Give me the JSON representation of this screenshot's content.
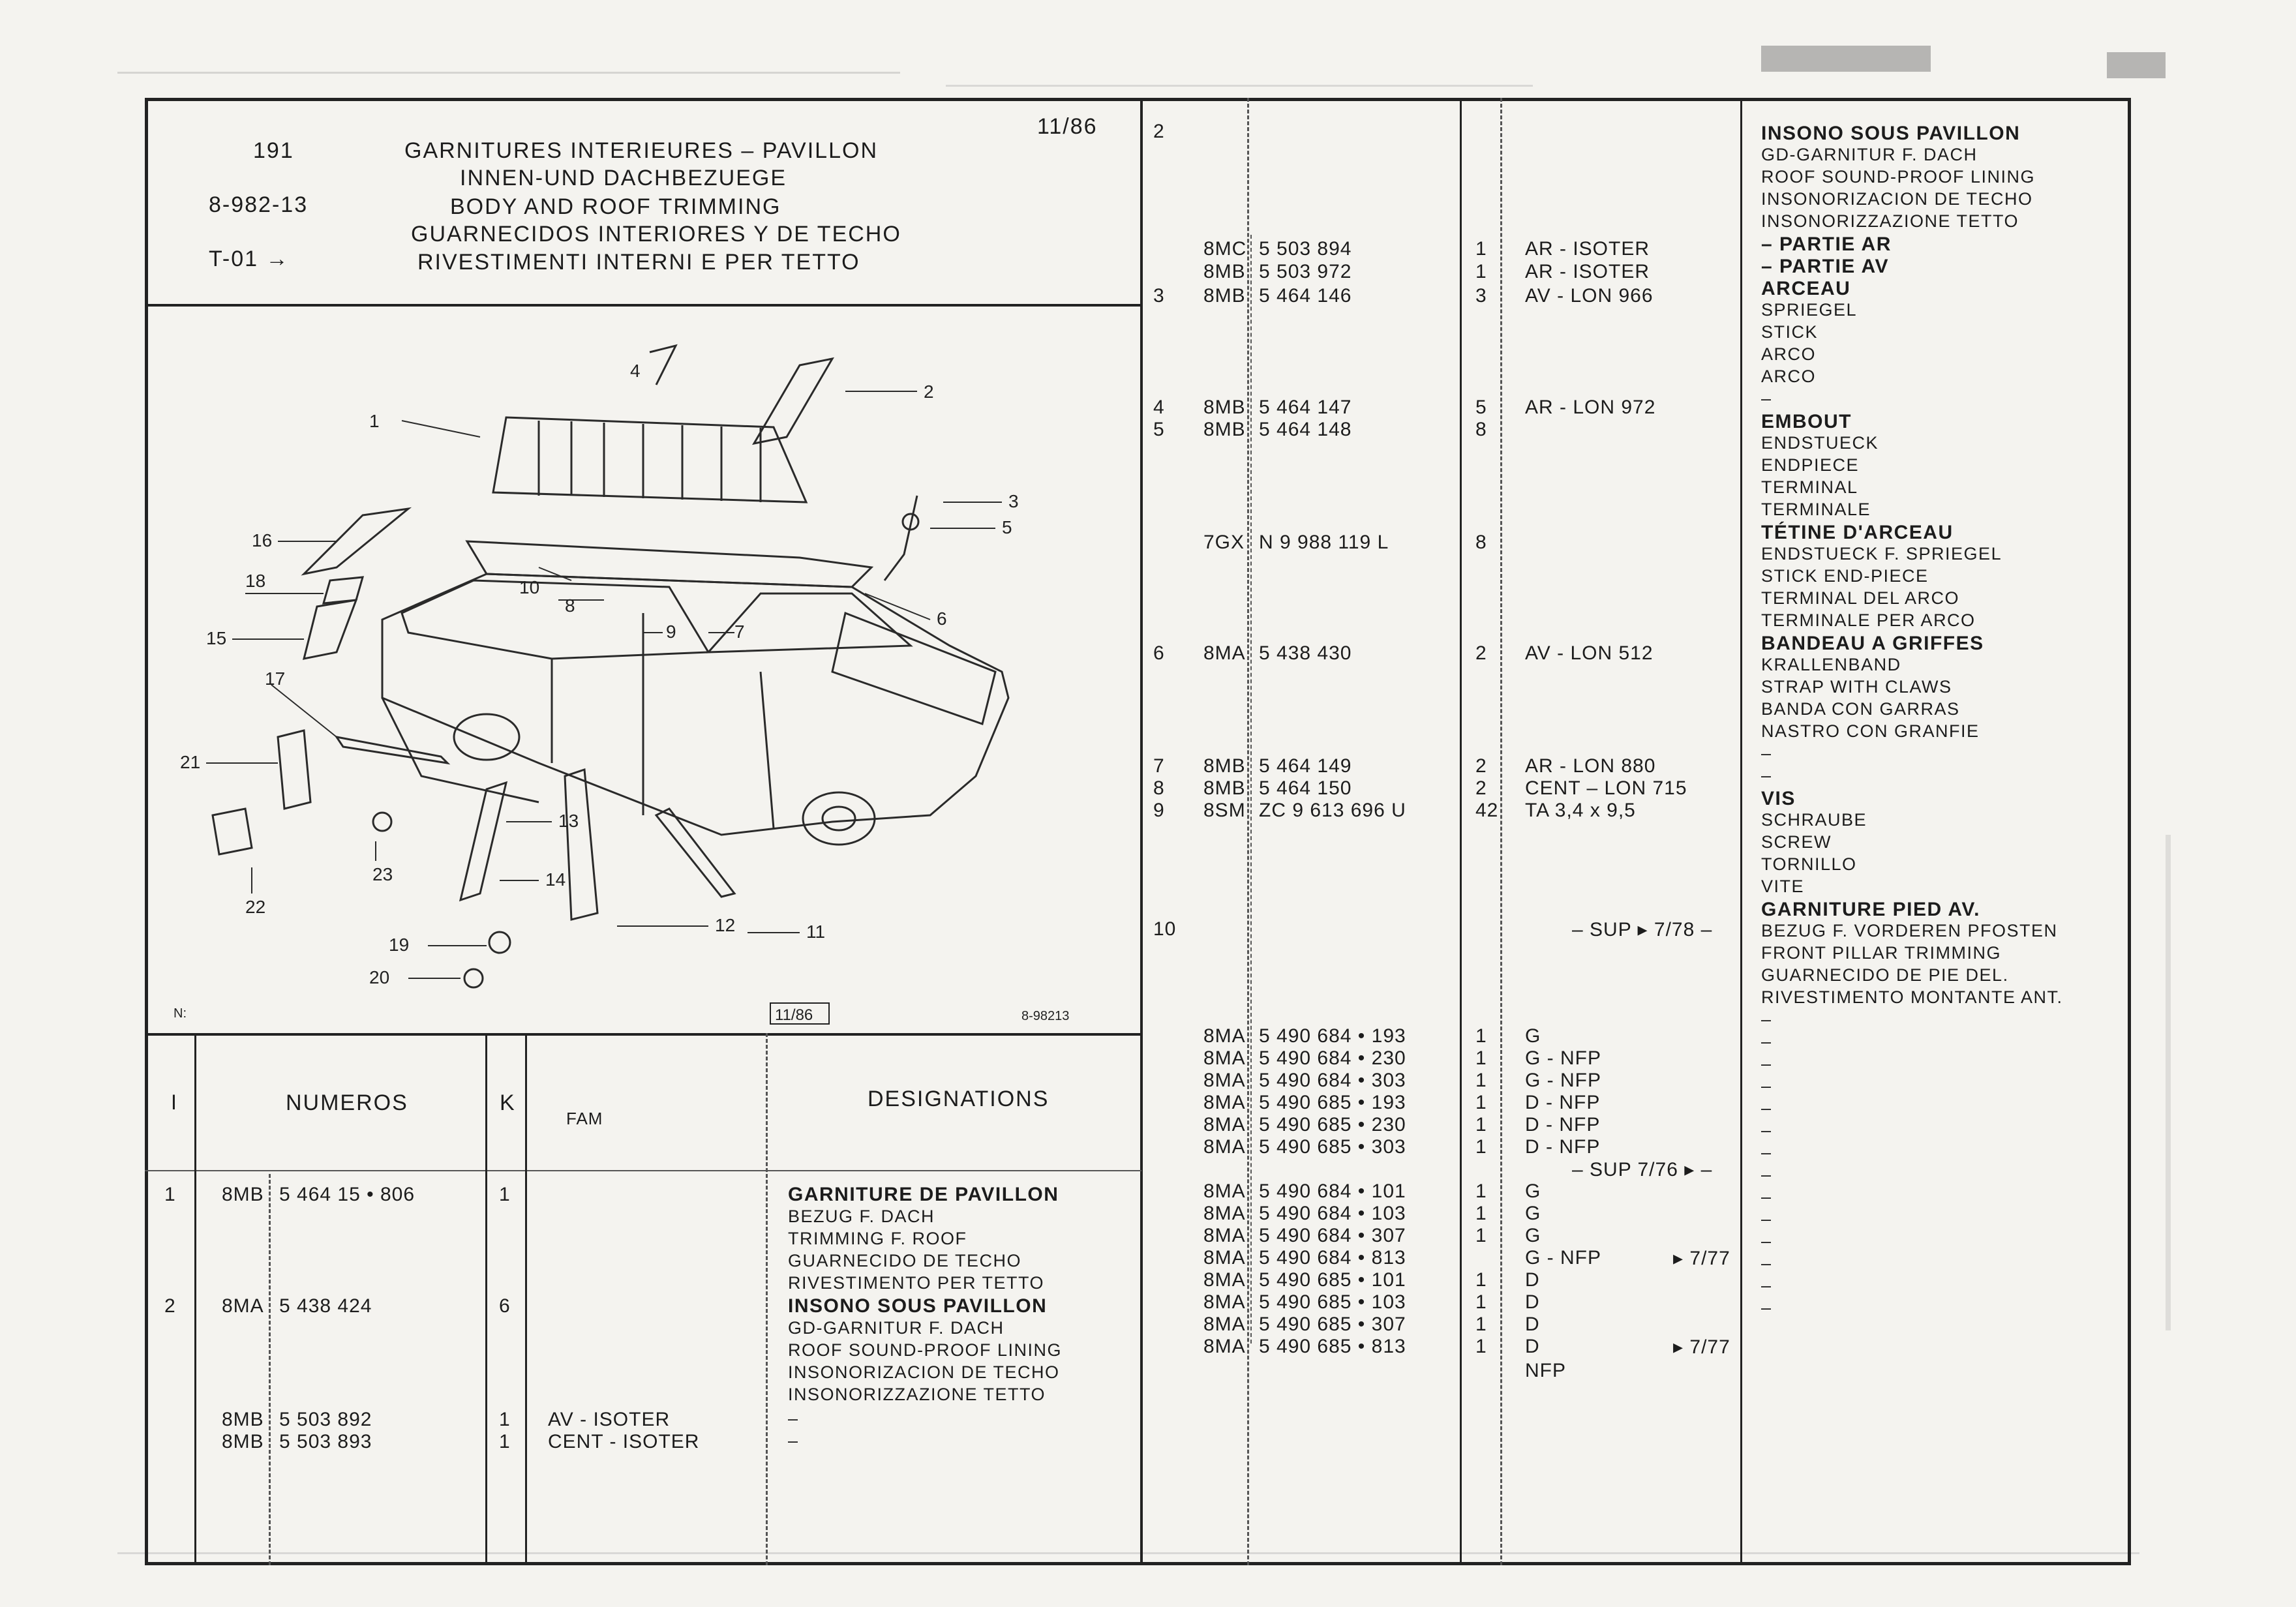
{
  "header": {
    "page": "191",
    "code": "8-982-13",
    "ref": "T-01 →",
    "date": "11/86",
    "titles": [
      "GARNITURES INTERIEURES – PAVILLON",
      "INNEN-UND DACHBEZUEGE",
      "BODY AND ROOF TRIMMING",
      "GUARNECIDOS INTERIORES Y DE TECHO",
      "RIVESTIMENTI INTERNI E PER TETTO"
    ]
  },
  "diagram": {
    "callouts": [
      "1",
      "2",
      "3",
      "4",
      "5",
      "6",
      "7",
      "8",
      "9",
      "10",
      "11",
      "12",
      "13",
      "14",
      "15",
      "16",
      "17",
      "18",
      "19",
      "20",
      "21",
      "22",
      "23"
    ],
    "stamp": "11/86",
    "ref": "8-98213",
    "corner": "N:"
  },
  "table_header": {
    "index": "I",
    "numeros": "NUMEROS",
    "k": "K",
    "fam": "FAM",
    "designations": "DESIGNATIONS"
  },
  "left_rows": [
    {
      "idx": "1",
      "prefix": "8MB",
      "num": "5 464 15 • 806",
      "k": "1",
      "fam": "",
      "desig": [
        "GARNITURE DE PAVILLON",
        "BEZUG F. DACH",
        "TRIMMING F. ROOF",
        "GUARNECIDO DE TECHO",
        "RIVESTIMENTO PER TETTO"
      ]
    },
    {
      "idx": "2",
      "prefix": "8MA",
      "num": "5 438 424",
      "k": "6",
      "fam": "",
      "desig": [
        "INSONO SOUS PAVILLON",
        "GD-GARNITUR F. DACH",
        "ROOF SOUND-PROOF LINING",
        "INSONORIZACION DE TECHO",
        "INSONORIZZAZIONE TETTO"
      ]
    },
    {
      "idx": "",
      "prefix": "8MB",
      "num": "5 503 892",
      "k": "1",
      "fam": "AV - ISOTER",
      "desig": [
        "–"
      ]
    },
    {
      "idx": "",
      "prefix": "8MB",
      "num": "5 503 893",
      "k": "1",
      "fam": "CENT - ISOTER",
      "desig": [
        "–"
      ]
    }
  ],
  "right_rows": [
    {
      "idx": "2",
      "prefix": "",
      "num": "",
      "k": "",
      "fam": "",
      "mod": ""
    },
    {
      "idx": "",
      "prefix": "8MC",
      "num": "5 503 894",
      "k": "1",
      "fam": "AR - ISOTER",
      "mod": ""
    },
    {
      "idx": "",
      "prefix": "8MB",
      "num": "5 503 972",
      "k": "1",
      "fam": "AR - ISOTER",
      "mod": ""
    },
    {
      "idx": "3",
      "prefix": "8MB",
      "num": "5 464 146",
      "k": "3",
      "fam": "AV - LON 966",
      "mod": ""
    },
    {
      "idx": "4",
      "prefix": "8MB",
      "num": "5 464 147",
      "k": "5",
      "fam": "AR - LON 972",
      "mod": ""
    },
    {
      "idx": "5",
      "prefix": "8MB",
      "num": "5 464 148",
      "k": "8",
      "fam": "",
      "mod": ""
    },
    {
      "idx": "",
      "prefix": "7GX",
      "num": "N 9 988 119 L",
      "k": "8",
      "fam": "",
      "mod": ""
    },
    {
      "idx": "6",
      "prefix": "8MA",
      "num": "5 438 430",
      "k": "2",
      "fam": "AV - LON 512",
      "mod": ""
    },
    {
      "idx": "7",
      "prefix": "8MB",
      "num": "5 464 149",
      "k": "2",
      "fam": "AR - LON 880",
      "mod": ""
    },
    {
      "idx": "8",
      "prefix": "8MB",
      "num": "5 464 150",
      "k": "2",
      "fam": "CENT – LON 715",
      "mod": ""
    },
    {
      "idx": "9",
      "prefix": "8SM",
      "num": "ZC 9 613 696 U",
      "k": "42",
      "fam": "TA 3,4 x 9,5",
      "mod": ""
    },
    {
      "idx": "10",
      "prefix": "",
      "num": "",
      "k": "",
      "fam": "– SUP ▸ 7/78 –",
      "mod": ""
    },
    {
      "idx": "",
      "prefix": "8MA",
      "num": "5 490 684 • 193",
      "k": "1",
      "fam": "G",
      "mod": ""
    },
    {
      "idx": "",
      "prefix": "8MA",
      "num": "5 490 684 • 230",
      "k": "1",
      "fam": "G - NFP",
      "mod": ""
    },
    {
      "idx": "",
      "prefix": "8MA",
      "num": "5 490 684 • 303",
      "k": "1",
      "fam": "G - NFP",
      "mod": ""
    },
    {
      "idx": "",
      "prefix": "8MA",
      "num": "5 490 685 • 193",
      "k": "1",
      "fam": "D - NFP",
      "mod": ""
    },
    {
      "idx": "",
      "prefix": "8MA",
      "num": "5 490 685 • 230",
      "k": "1",
      "fam": "D - NFP",
      "mod": ""
    },
    {
      "idx": "",
      "prefix": "8MA",
      "num": "5 490 685 • 303",
      "k": "1",
      "fam": "D - NFP",
      "mod": ""
    },
    {
      "idx": "",
      "prefix": "",
      "num": "",
      "k": "",
      "fam": "– SUP 7/76 ▸ –",
      "mod": ""
    },
    {
      "idx": "",
      "prefix": "8MA",
      "num": "5 490 684 • 101",
      "k": "1",
      "fam": "G",
      "mod": ""
    },
    {
      "idx": "",
      "prefix": "8MA",
      "num": "5 490 684 • 103",
      "k": "1",
      "fam": "G",
      "mod": ""
    },
    {
      "idx": "",
      "prefix": "8MA",
      "num": "5 490 684 • 307",
      "k": "1",
      "fam": "G",
      "mod": ""
    },
    {
      "idx": "",
      "prefix": "8MA",
      "num": "5 490 684 • 813",
      "k": "",
      "fam": "G - NFP",
      "mod": "▸ 7/77"
    },
    {
      "idx": "",
      "prefix": "8MA",
      "num": "5 490 685 • 101",
      "k": "1",
      "fam": "D",
      "mod": ""
    },
    {
      "idx": "",
      "prefix": "8MA",
      "num": "5 490 685 • 103",
      "k": "1",
      "fam": "D",
      "mod": ""
    },
    {
      "idx": "",
      "prefix": "8MA",
      "num": "5 490 685 • 307",
      "k": "1",
      "fam": "D",
      "mod": ""
    },
    {
      "idx": "",
      "prefix": "8MA",
      "num": "5 490 685 • 813",
      "k": "1",
      "fam": "D",
      "mod": "▸ 7/77"
    },
    {
      "idx": "",
      "prefix": "",
      "num": "",
      "k": "",
      "fam": "NFP",
      "mod": ""
    }
  ],
  "right_desig": [
    {
      "text": "INSONO SOUS PAVILLON",
      "bold": true
    },
    {
      "text": "GD-GARNITUR F. DACH",
      "bold": false
    },
    {
      "text": "ROOF SOUND-PROOF LINING",
      "bold": false
    },
    {
      "text": "INSONORIZACION DE TECHO",
      "bold": false
    },
    {
      "text": "INSONORIZZAZIONE TETTO",
      "bold": false
    },
    {
      "text": "– PARTIE AR",
      "bold": true
    },
    {
      "text": "– PARTIE AV",
      "bold": true
    },
    {
      "text": "ARCEAU",
      "bold": true
    },
    {
      "text": "SPRIEGEL",
      "bold": false
    },
    {
      "text": "STICK",
      "bold": false
    },
    {
      "text": "ARCO",
      "bold": false
    },
    {
      "text": "ARCO",
      "bold": false
    },
    {
      "text": "–",
      "bold": false
    },
    {
      "text": "EMBOUT",
      "bold": true
    },
    {
      "text": "ENDSTUECK",
      "bold": false
    },
    {
      "text": "ENDPIECE",
      "bold": false
    },
    {
      "text": "TERMINAL",
      "bold": false
    },
    {
      "text": "TERMINALE",
      "bold": false
    },
    {
      "text": "TÉTINE D'ARCEAU",
      "bold": true
    },
    {
      "text": "ENDSTUECK F. SPRIEGEL",
      "bold": false
    },
    {
      "text": "STICK END-PIECE",
      "bold": false
    },
    {
      "text": "TERMINAL DEL ARCO",
      "bold": false
    },
    {
      "text": "TERMINALE PER ARCO",
      "bold": false
    },
    {
      "text": "BANDEAU A GRIFFES",
      "bold": true
    },
    {
      "text": "KRALLENBAND",
      "bold": false
    },
    {
      "text": "STRAP WITH CLAWS",
      "bold": false
    },
    {
      "text": "BANDA CON GARRAS",
      "bold": false
    },
    {
      "text": "NASTRO CON GRANFIE",
      "bold": false
    },
    {
      "text": "–",
      "bold": false
    },
    {
      "text": "–",
      "bold": false
    },
    {
      "text": "VIS",
      "bold": true
    },
    {
      "text": "SCHRAUBE",
      "bold": false
    },
    {
      "text": "SCREW",
      "bold": false
    },
    {
      "text": "TORNILLO",
      "bold": false
    },
    {
      "text": "VITE",
      "bold": false
    },
    {
      "text": "GARNITURE PIED AV.",
      "bold": true
    },
    {
      "text": "BEZUG F. VORDEREN PFOSTEN",
      "bold": false
    },
    {
      "text": "FRONT PILLAR TRIMMING",
      "bold": false
    },
    {
      "text": "GUARNECIDO DE PIE DEL.",
      "bold": false
    },
    {
      "text": "RIVESTIMENTO MONTANTE ANT.",
      "bold": false
    },
    {
      "text": "–",
      "bold": false
    },
    {
      "text": "–",
      "bold": false
    },
    {
      "text": "–",
      "bold": false
    },
    {
      "text": "–",
      "bold": false
    },
    {
      "text": "–",
      "bold": false
    },
    {
      "text": "–",
      "bold": false
    },
    {
      "text": "–",
      "bold": false
    },
    {
      "text": "–",
      "bold": false
    },
    {
      "text": "–",
      "bold": false
    },
    {
      "text": "–",
      "bold": false
    },
    {
      "text": "–",
      "bold": false
    },
    {
      "text": "–",
      "bold": false
    },
    {
      "text": "–",
      "bold": false
    },
    {
      "text": "–",
      "bold": false
    }
  ]
}
